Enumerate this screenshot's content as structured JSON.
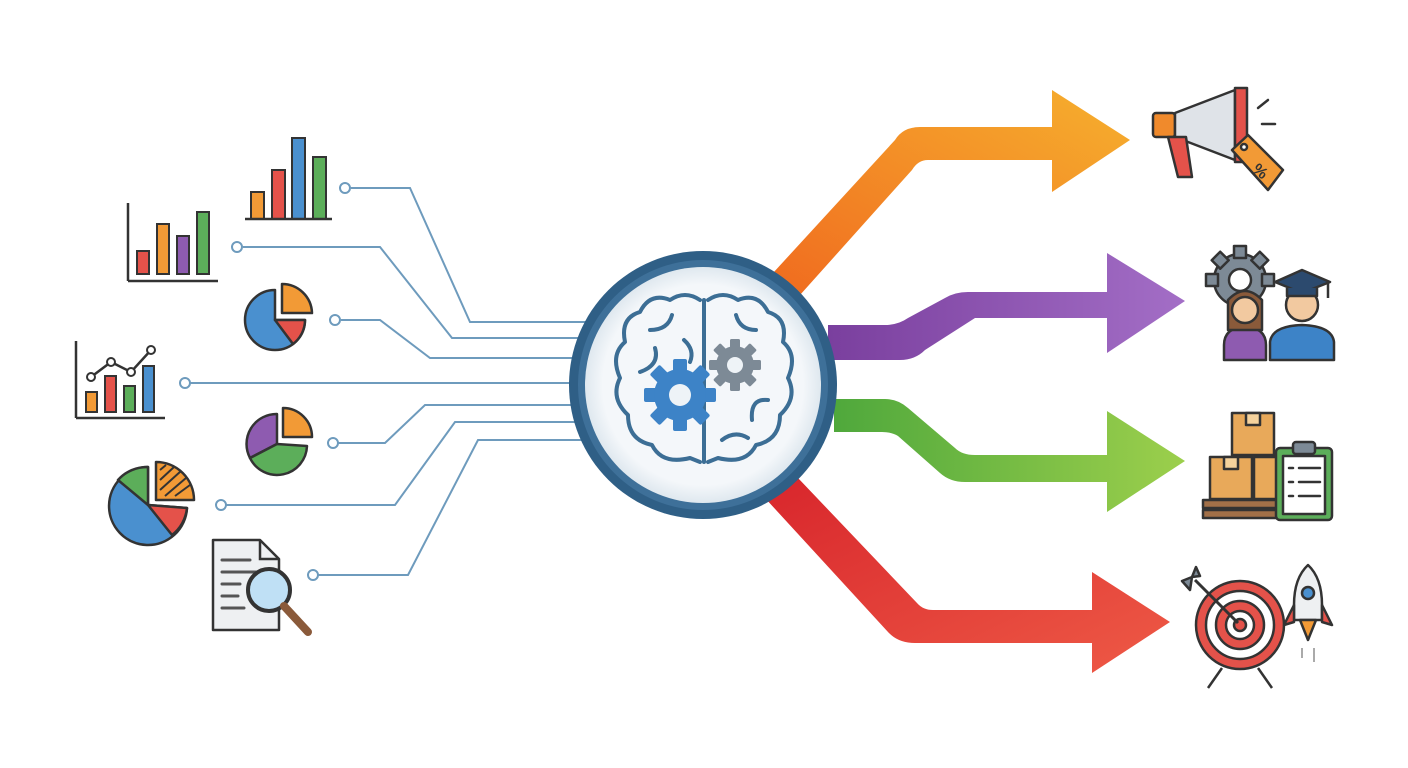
{
  "colors": {
    "connector": "#6e9bbd",
    "hub_ring": "#2c5d86",
    "hub_fill": "#eef3f7",
    "brain_stroke": "#3c6e95",
    "gear_blue": "#3d83c7",
    "gear_gray": "#7d8a96",
    "orange": "#f08a2c",
    "purple": "#8a54ad",
    "green": "#74bd46",
    "red": "#e0463e",
    "bar_orange": "#f29a36",
    "bar_red": "#e4524a",
    "bar_blue": "#4a90cf",
    "bar_green": "#5cae5a",
    "bar_purple": "#8e5bb0"
  },
  "inputs": [
    {
      "icon": "bar-chart-icon"
    },
    {
      "icon": "bar-chart-icon"
    },
    {
      "icon": "pie-chart-icon"
    },
    {
      "icon": "line-bar-chart-icon"
    },
    {
      "icon": "pie-chart-icon"
    },
    {
      "icon": "pie-chart-icon"
    },
    {
      "icon": "document-search-icon"
    }
  ],
  "hub": {
    "icon": "brain-gears-icon"
  },
  "outputs": [
    {
      "icon": "megaphone-discount-icon",
      "color": "orange"
    },
    {
      "icon": "people-gear-graduate-icon",
      "color": "purple"
    },
    {
      "icon": "inventory-clipboard-icon",
      "color": "green"
    },
    {
      "icon": "target-rocket-icon",
      "color": "red"
    }
  ]
}
